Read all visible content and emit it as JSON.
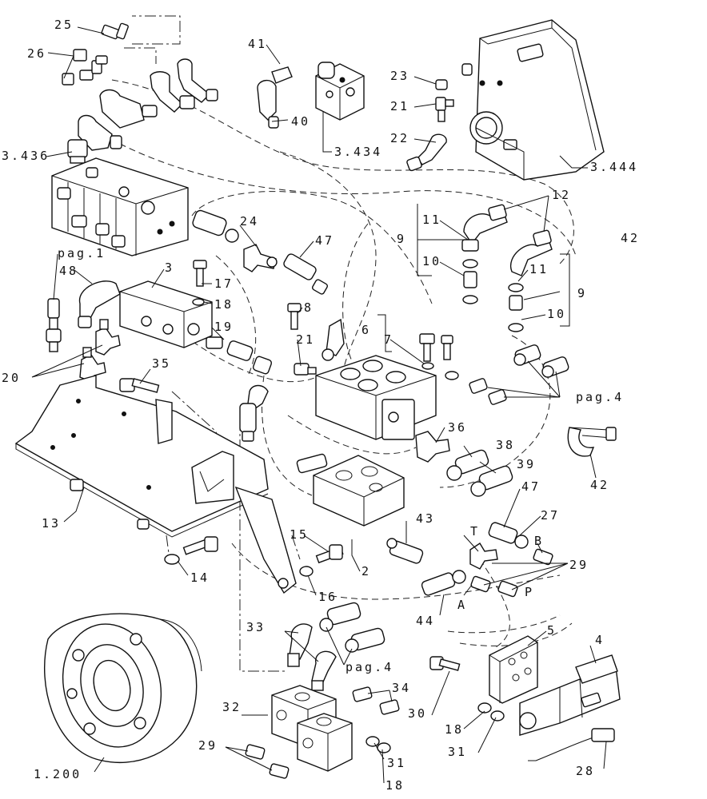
{
  "labels": [
    {
      "id": "25",
      "text": "25"
    },
    {
      "id": "26",
      "text": "26"
    },
    {
      "id": "41",
      "text": "41"
    },
    {
      "id": "40",
      "text": "40"
    },
    {
      "id": "3434",
      "text": "3.434"
    },
    {
      "id": "23",
      "text": "23"
    },
    {
      "id": "21a",
      "text": "21"
    },
    {
      "id": "22",
      "text": "22"
    },
    {
      "id": "3444",
      "text": "3.444"
    },
    {
      "id": "3436",
      "text": "3.436"
    },
    {
      "id": "12",
      "text": "12"
    },
    {
      "id": "42a",
      "text": "42"
    },
    {
      "id": "11a",
      "text": "11"
    },
    {
      "id": "9a",
      "text": "9"
    },
    {
      "id": "10a",
      "text": "10"
    },
    {
      "id": "11b",
      "text": "11"
    },
    {
      "id": "9b",
      "text": "9"
    },
    {
      "id": "10b",
      "text": "10"
    },
    {
      "id": "24",
      "text": "24"
    },
    {
      "id": "47a",
      "text": "47"
    },
    {
      "id": "pag1",
      "text": "pag.1"
    },
    {
      "id": "48",
      "text": "48"
    },
    {
      "id": "3",
      "text": "3"
    },
    {
      "id": "17",
      "text": "17"
    },
    {
      "id": "18a",
      "text": "18"
    },
    {
      "id": "19",
      "text": "19"
    },
    {
      "id": "8",
      "text": "8"
    },
    {
      "id": "21b",
      "text": "21"
    },
    {
      "id": "6",
      "text": "6"
    },
    {
      "id": "7",
      "text": "7"
    },
    {
      "id": "20",
      "text": "20"
    },
    {
      "id": "35",
      "text": "35"
    },
    {
      "id": "pag4a",
      "text": "pag.4"
    },
    {
      "id": "36",
      "text": "36"
    },
    {
      "id": "38",
      "text": "38"
    },
    {
      "id": "39",
      "text": "39"
    },
    {
      "id": "42b",
      "text": "42"
    },
    {
      "id": "13",
      "text": "13"
    },
    {
      "id": "47b",
      "text": "47"
    },
    {
      "id": "27",
      "text": "27"
    },
    {
      "id": "43",
      "text": "43"
    },
    {
      "id": "T",
      "text": "T"
    },
    {
      "id": "B",
      "text": "B"
    },
    {
      "id": "15",
      "text": "15"
    },
    {
      "id": "14",
      "text": "14"
    },
    {
      "id": "2",
      "text": "2"
    },
    {
      "id": "29a",
      "text": "29"
    },
    {
      "id": "16",
      "text": "16"
    },
    {
      "id": "A",
      "text": "A"
    },
    {
      "id": "P",
      "text": "P"
    },
    {
      "id": "44",
      "text": "44"
    },
    {
      "id": "33",
      "text": "33"
    },
    {
      "id": "5",
      "text": "5"
    },
    {
      "id": "4",
      "text": "4"
    },
    {
      "id": "pag4b",
      "text": "pag.4"
    },
    {
      "id": "34",
      "text": "34"
    },
    {
      "id": "30",
      "text": "30"
    },
    {
      "id": "32",
      "text": "32"
    },
    {
      "id": "18b",
      "text": "18"
    },
    {
      "id": "31a",
      "text": "31"
    },
    {
      "id": "29b",
      "text": "29"
    },
    {
      "id": "31b",
      "text": "31"
    },
    {
      "id": "18c",
      "text": "18"
    },
    {
      "id": "1200",
      "text": "1.200"
    },
    {
      "id": "28",
      "text": "28"
    }
  ]
}
